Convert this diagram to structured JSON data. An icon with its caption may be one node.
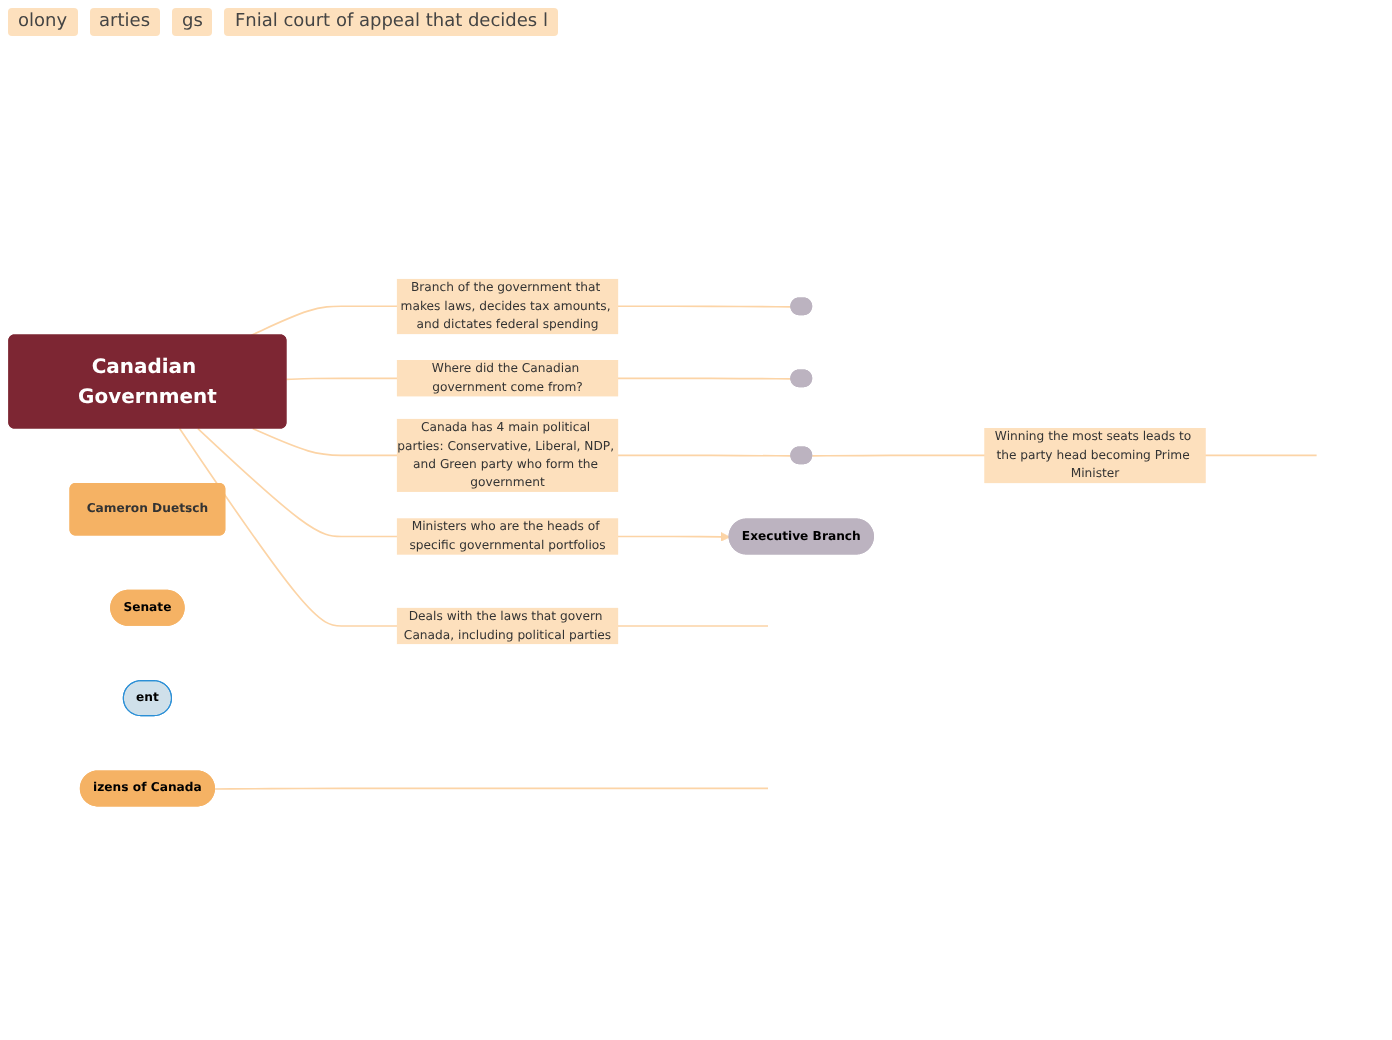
{
  "diagram": {
    "nodes": [
      {
        "text": [
          "Canadian Government"
        ]
      },
      {
        "text": [
          "Cameron Duetsch"
        ]
      },
      {
        "text": [],
        "shape": "ellipse"
      },
      {
        "text": [
          "Senate"
        ]
      },
      {
        "text": [],
        "shape": "ellipse"
      },
      {
        "text": [],
        "shape": "ellipse"
      },
      {
        "text": [
          "ent"
        ]
      },
      {
        "text": [
          "izens of Canada"
        ]
      },
      {
        "text": [
          "Executive Branch"
        ]
      }
    ],
    "edges": [
      {
        "from": 0,
        "to": 2,
        "arrow": "none",
        "label": "Branch of the government that makes laws, decides tax amounts, and dictates federal spending"
      },
      {
        "from": 0,
        "to": 4,
        "arrow": "none",
        "label": "Where did the Canadian government come from?"
      },
      {
        "from": 0,
        "to": 5,
        "arrow": "none",
        "label": "Canada has 4 main political parties: Conservative, Liberal, NDP, and Green party who form the government"
      },
      {
        "from": 0,
        "to": null,
        "arrow": "none",
        "label": "Deals with the laws that govern Canada, including political parties"
      },
      {
        "from": 0,
        "to": 8,
        "arrow": "to",
        "label": "Ministers who are the heads of specific governmental portfolios"
      },
      {
        "from": 5,
        "to": null,
        "arrow": "none",
        "label": "Winning the most seats leads to the party head becoming Prime Minister"
      },
      {
        "from": 7,
        "to": null,
        "arrow": "none"
      }
    ],
    "labels": [
      "olony",
      "arties",
      "gs",
      "Fnial court of appeal that decides l"
    ]
  }
}
